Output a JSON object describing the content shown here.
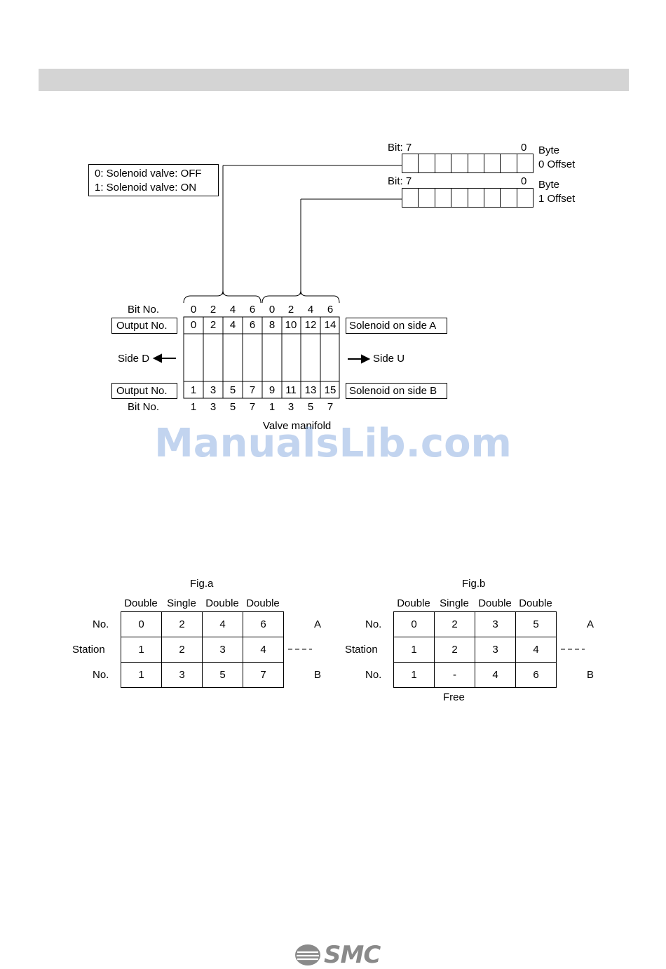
{
  "legend": {
    "line1": "0: Solenoid valve: OFF",
    "line2": "1: Solenoid valve: ON"
  },
  "bytes": [
    {
      "bit_high": "Bit: 7",
      "bit_low": "0",
      "label1": "Byte",
      "label2": "0 Offset"
    },
    {
      "bit_high": "Bit: 7",
      "bit_low": "0",
      "label1": "Byte",
      "label2": "1 Offset"
    }
  ],
  "manifold": {
    "bit_no_label": "Bit No.",
    "output_no_label": "Output No.",
    "top_bits": [
      "0",
      "2",
      "4",
      "6",
      "0",
      "2",
      "4",
      "6"
    ],
    "top_outputs": [
      "0",
      "2",
      "4",
      "6",
      "8",
      "10",
      "12",
      "14"
    ],
    "bottom_outputs": [
      "1",
      "3",
      "5",
      "7",
      "9",
      "11",
      "13",
      "15"
    ],
    "bottom_bits": [
      "1",
      "3",
      "5",
      "7",
      "1",
      "3",
      "5",
      "7"
    ],
    "side_d": "Side D",
    "side_u": "Side U",
    "solenoid_a": "Solenoid on side A",
    "solenoid_b": "Solenoid on side B",
    "caption": "Valve manifold"
  },
  "watermark": "ManualsLib.com",
  "fig_a": {
    "title": "Fig.a",
    "types": [
      "Double",
      "Single",
      "Double",
      "Double"
    ],
    "row_labels": [
      "No.",
      "Station",
      "No."
    ],
    "rows": [
      [
        "0",
        "2",
        "4",
        "6"
      ],
      [
        "1",
        "2",
        "3",
        "4"
      ],
      [
        "1",
        "3",
        "5",
        "7"
      ]
    ],
    "side_a": "A",
    "side_b": "B"
  },
  "fig_b": {
    "title": "Fig.b",
    "types": [
      "Double",
      "Single",
      "Double",
      "Double"
    ],
    "row_labels": [
      "No.",
      "Station",
      "No."
    ],
    "rows": [
      [
        "0",
        "2",
        "3",
        "5"
      ],
      [
        "1",
        "2",
        "3",
        "4"
      ],
      [
        "1",
        "-",
        "4",
        "6"
      ]
    ],
    "side_a": "A",
    "side_b": "B",
    "free_label": "Free"
  },
  "logo": {
    "text": "SMC",
    "icon": "smc-logo-icon"
  }
}
